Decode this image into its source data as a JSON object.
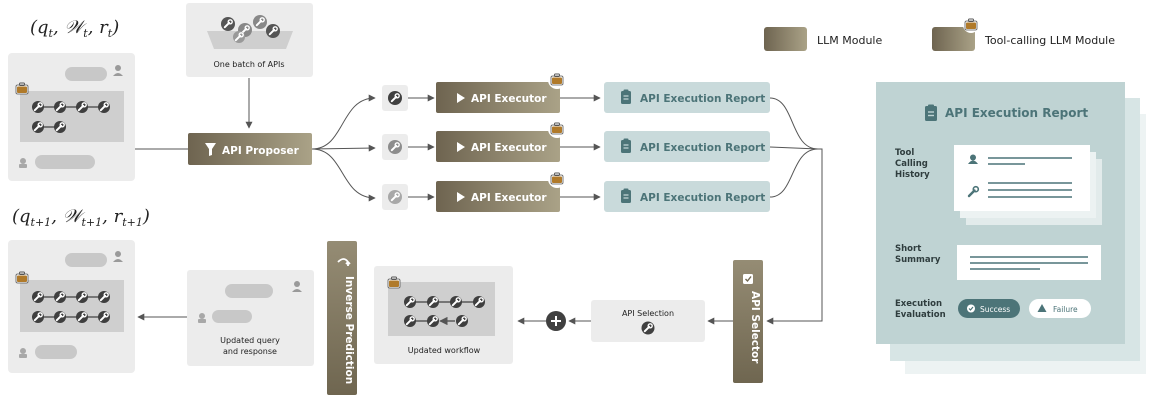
{
  "legend": {
    "llm_module": "LLM Module",
    "tool_calling_llm_module": "Tool-calling LLM Module"
  },
  "states": {
    "current_main": "(q",
    "current_sub": "t",
    "current_w": "𝒲",
    "current_r": "r",
    "next_sub": "t+1"
  },
  "batch": {
    "label": "One batch of APIs"
  },
  "proposer": {
    "label": "API Proposer"
  },
  "executors": [
    {
      "label": "API Executor"
    },
    {
      "label": "API Executor"
    },
    {
      "label": "API Executor"
    }
  ],
  "reports": [
    {
      "label": "API Execution Report"
    },
    {
      "label": "API Execution Report"
    },
    {
      "label": "API Execution Report"
    }
  ],
  "selector": {
    "label": "API Selector"
  },
  "selection": {
    "label": "API Selection"
  },
  "workflow": {
    "label": "Updated workflow"
  },
  "inverse": {
    "label": "Inverse Prediction"
  },
  "updated_query": {
    "line1": "Updated query",
    "line2": "and response"
  },
  "report_panel": {
    "title": "API Execution Report",
    "tool_history_1": "Tool",
    "tool_history_2": "Calling",
    "tool_history_3": "History",
    "short_1": "Short",
    "short_2": "Summary",
    "eval_1": "Execution",
    "eval_2": "Evaluation",
    "success": "Success",
    "failure": "Failure"
  },
  "colors": {
    "module_dark": "#6f6650",
    "module_light": "#a79f86",
    "report_fill": "#c9dadb",
    "report_text": "#4c7478",
    "panel_bg": "#bfd3d3",
    "gray_box": "#ececec",
    "tool_dark": "#404040"
  }
}
